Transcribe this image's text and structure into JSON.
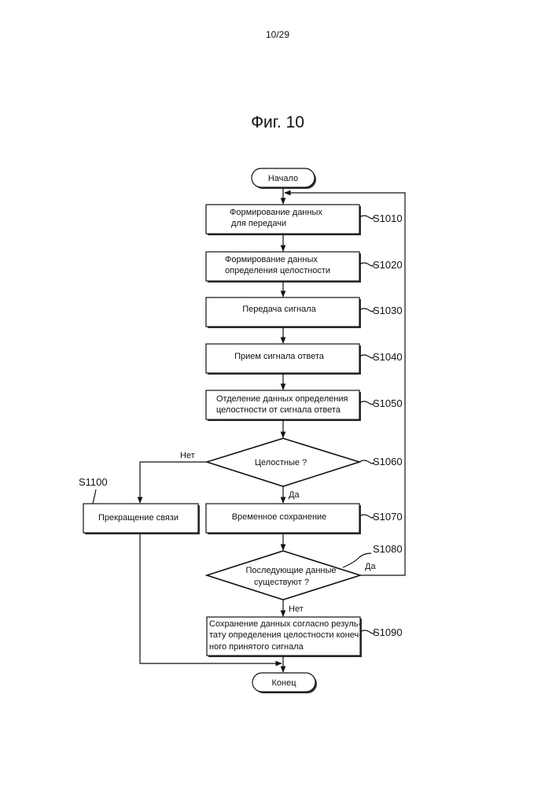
{
  "page_number": "10/29",
  "figure_title": "Фиг. 10",
  "start": "Начало",
  "end": "Конец",
  "steps": [
    {
      "id": "S1010",
      "lines": [
        "Формирование данных",
        "для передачи"
      ]
    },
    {
      "id": "S1020",
      "lines": [
        "Формирование данных",
        "определения целостности"
      ]
    },
    {
      "id": "S1030",
      "lines": [
        "Передача сигнала"
      ]
    },
    {
      "id": "S1040",
      "lines": [
        "Прием сигнала ответа"
      ]
    },
    {
      "id": "S1050",
      "lines": [
        "Отделение данных определения",
        "целостности от сигнала ответа"
      ]
    },
    {
      "id": "S1060",
      "lines": [
        "Целостные ?"
      ]
    },
    {
      "id": "S1070",
      "lines": [
        "Временное сохранение"
      ]
    },
    {
      "id": "S1080",
      "lines": [
        "Последующие данные",
        "существуют ?"
      ]
    },
    {
      "id": "S1090",
      "lines": [
        "Сохранение данных согласно резуль-",
        "тату определения целостности конеч-",
        "ного принятого сигнала"
      ]
    },
    {
      "id": "S1100",
      "lines": [
        "Прекращение связи"
      ]
    }
  ],
  "branches": {
    "s1060_no": "Нет",
    "s1060_yes": "Да",
    "s1080_yes": "Да",
    "s1080_no": "Нет"
  }
}
